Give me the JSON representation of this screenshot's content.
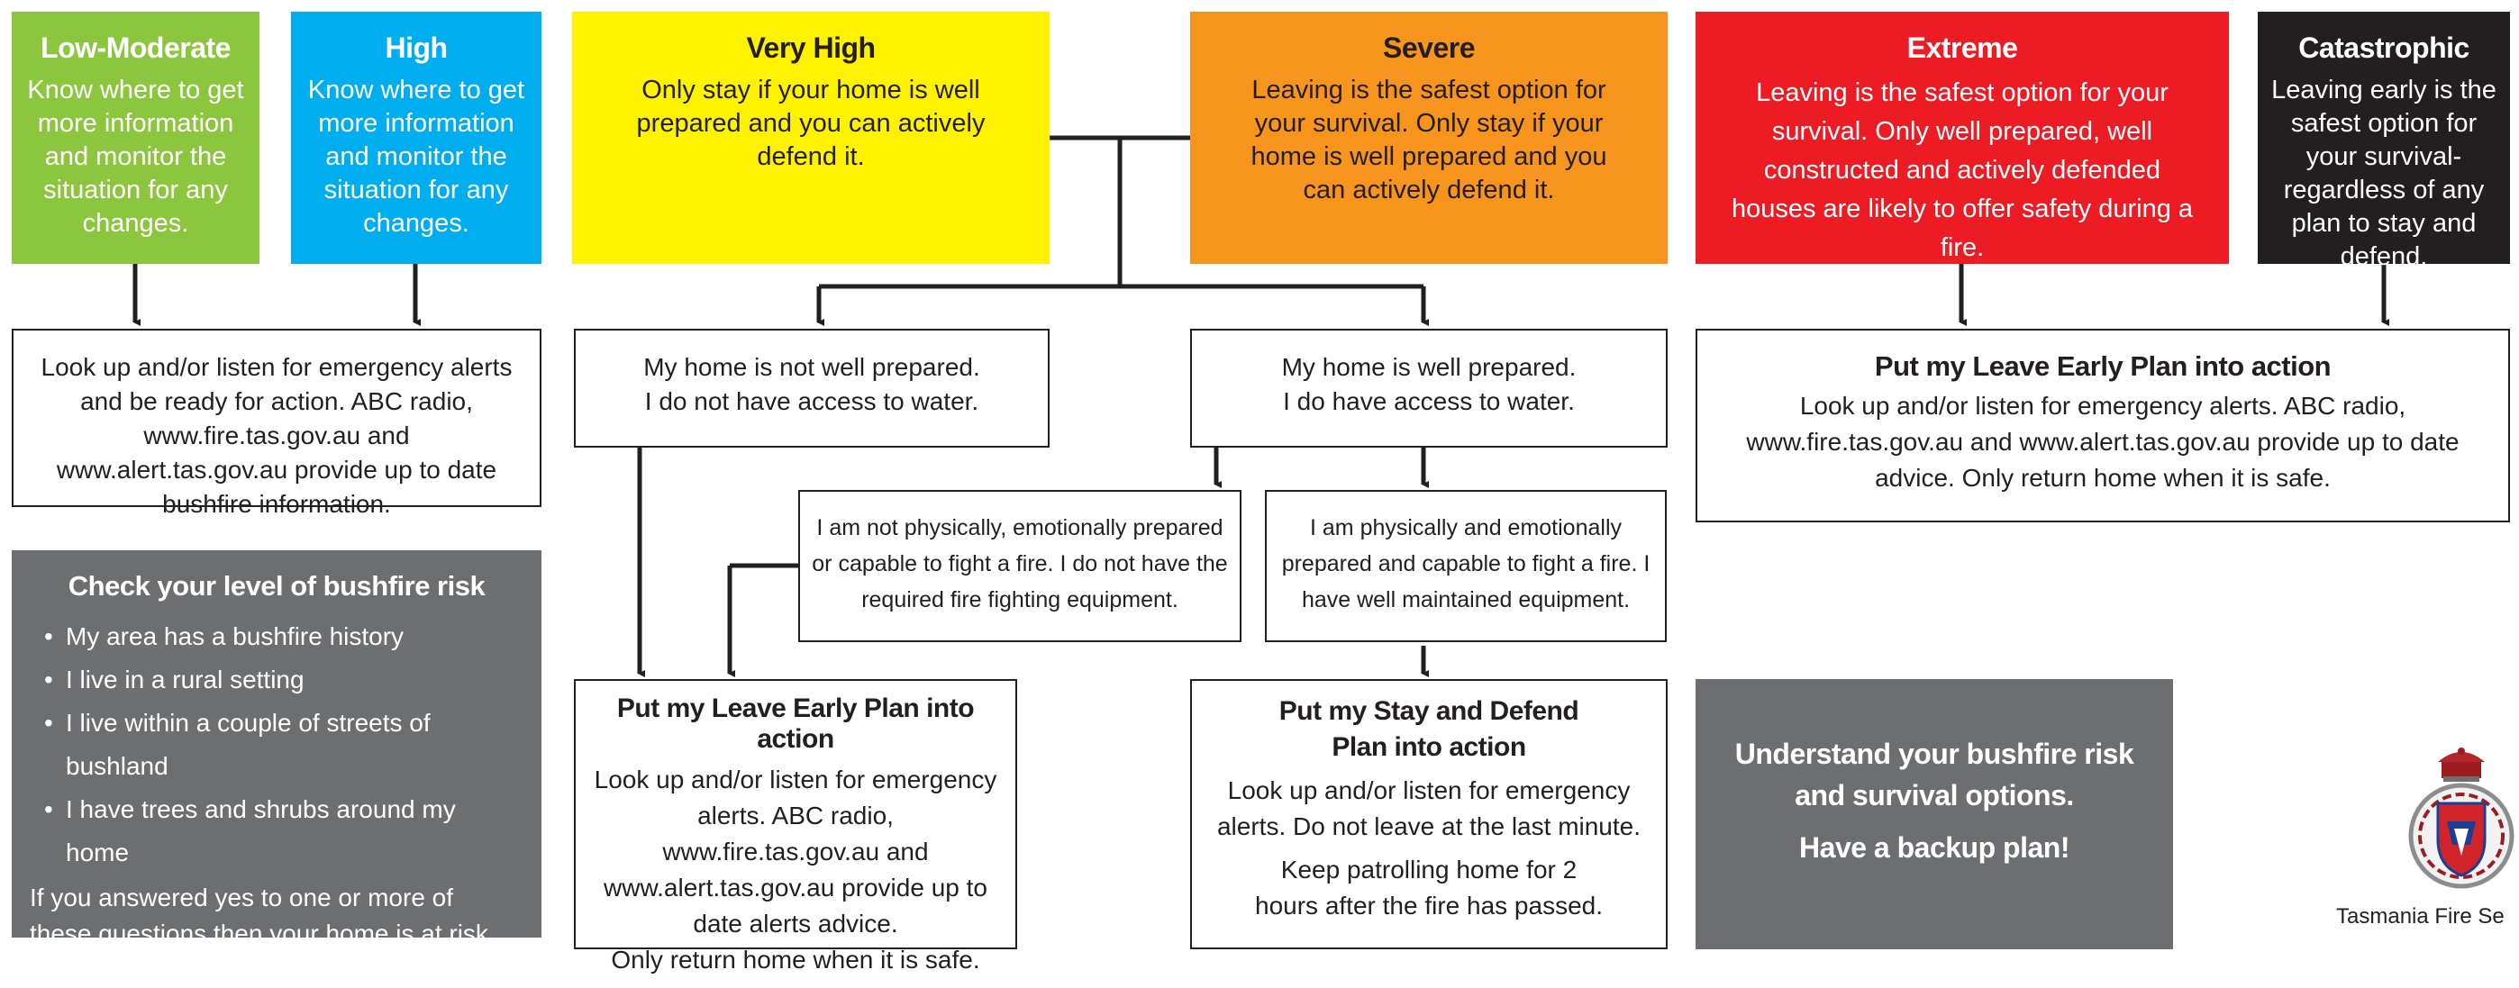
{
  "levels": [
    {
      "title": "Low-Moderate",
      "body": "Know where to get more information and monitor the situation for any changes.",
      "color": "#8cc63f"
    },
    {
      "title": "High",
      "body": "Know where to get more information and monitor the situation for any changes.",
      "color": "#00aeef"
    },
    {
      "title": "Very High",
      "body": "Only stay if your home is well prepared and you can actively defend it.",
      "color": "#fff200"
    },
    {
      "title": "Severe",
      "body": "Leaving is the safest option for your survival. Only stay if your home is well prepared and you can actively defend it.",
      "color": "#f7941d"
    },
    {
      "title": "Extreme",
      "body": "Leaving is the safest option for your survival. Only well prepared, well constructed and actively defended houses are likely to offer safety during a fire.",
      "color": "#ed1c24"
    },
    {
      "title": "Catastrophic",
      "body": "Leaving early is the safest option for your survival-regardless of any plan to stay and defend.",
      "color": "#231f20"
    }
  ],
  "lowhigh_action": "Look up and/or listen for emergency alerts and be ready for action. ABC radio, www.fire.tas.gov.au and www.alert.tas.gov.au provide up to date bushfire information.",
  "not_prepared": {
    "line1": "My home is not well prepared.",
    "line2": "I do not have access to water."
  },
  "prepared": {
    "line1": "My home is well prepared.",
    "line2": "I do have access to water."
  },
  "not_capable": "I am not physically, emotionally prepared or capable to fight a fire. I do not have the required fire fighting equipment.",
  "capable": "I am physically and emotionally prepared and capable to fight a fire. I have well maintained equipment.",
  "leave_early_mid": {
    "title": "Put my Leave Early Plan into action",
    "body": "Look up and/or listen for emergency alerts. ABC radio, www.fire.tas.gov.au and www.alert.tas.gov.au provide up to date alerts advice.",
    "footer": "Only return home when it is safe."
  },
  "stay_defend": {
    "title": "Put my Stay and Defend Plan into action",
    "body": "Look up and/or listen for emergency alerts. Do not leave at the last minute.",
    "footer": "Keep patrolling home for 2 hours after the fire has passed."
  },
  "leave_early_right": {
    "title": "Put my Leave Early Plan into action",
    "body": "Look up and/or listen for emergency alerts. ABC radio, www.fire.tas.gov.au and www.alert.tas.gov.au provide up to date advice. Only return home when it is safe."
  },
  "risk_check": {
    "title": "Check your level of bushfire risk",
    "items": [
      "My area has a bushfire history",
      "I live in a rural setting",
      "I live within a couple of streets of bushland",
      "I have trees and shrubs around my home"
    ],
    "footer": "If you answered yes to one or more of these questions then your home is at risk of a bushfire."
  },
  "understand": {
    "line1": "Understand your bushfire risk and survival options.",
    "line2": "Have a backup plan!"
  },
  "logo_label": "Tasmania Fire Se"
}
